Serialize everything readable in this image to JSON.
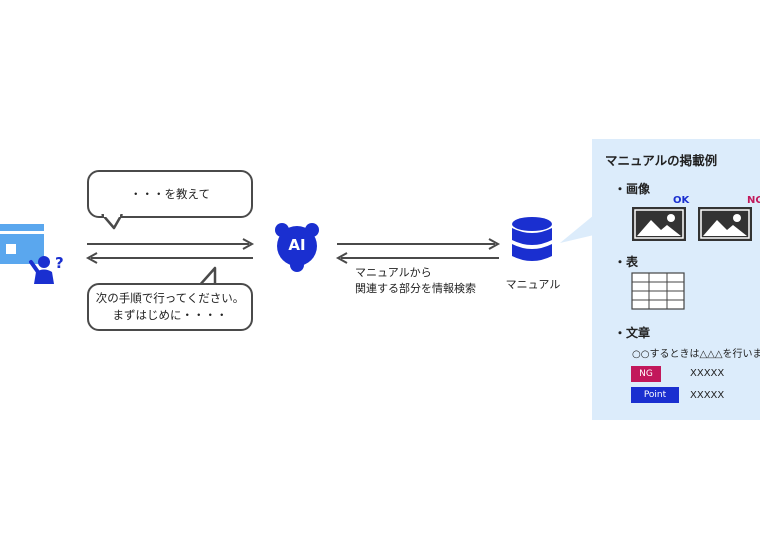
{
  "user_bubble": "・・・を教えて",
  "ai_bubble_line1": "次の手順で行ってください。",
  "ai_bubble_line2": "まずはじめに・・・・",
  "ai_label": "AI",
  "search_line1": "マニュアルから",
  "search_line2": "関連する部分を情報検索",
  "db_label": "マニュアル",
  "panel": {
    "title": "マニュアルの掲載例",
    "image_label": "・画像",
    "ok": "OK",
    "ng_top": "NG",
    "table_label": "・表",
    "text_label": "・文章",
    "sentence": "○○するときは△△△を行います",
    "ng_tag": "NG",
    "ng_text": "XXXXX",
    "point_tag": "Point",
    "point_text": "XXXXX"
  },
  "colors": {
    "blue": "#1a2fd0",
    "ok_blue": "#1a2fd0",
    "ng_pink": "#c2185b",
    "arrow": "#4a4a4a",
    "panel": "#dcecfb"
  }
}
